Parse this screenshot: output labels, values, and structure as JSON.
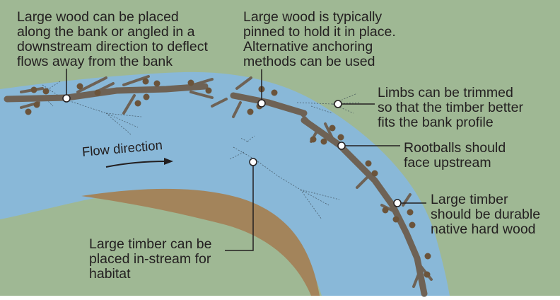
{
  "diagram": {
    "title": "Large wood bank stabilization",
    "colors": {
      "land": "#9fb894",
      "water": "#89b8d8",
      "point_bar": "#a3845b",
      "wood": "#6e6255",
      "rootball": "#6b543b",
      "text": "#231f20",
      "leader": "#231f20",
      "marker_fill": "#ffffff"
    },
    "flow_label": "Flow direction",
    "callouts": [
      {
        "id": "bank",
        "text": "Large wood can be placed\nalong the bank or angled in a\ndownstream direction to deflect\nflows away from the bank"
      },
      {
        "id": "pin",
        "text": "Large wood is typically\npinned to hold it in place.\nAlternative anchoring\nmethods can be used"
      },
      {
        "id": "limbs",
        "text": "Limbs can be trimmed\nso that the timber better\nfits the bank profile"
      },
      {
        "id": "root",
        "text": "Rootballs should\nface upstream"
      },
      {
        "id": "durable",
        "text": "Large timber\nshould be durable\nnative hard wood"
      },
      {
        "id": "instream",
        "text": "Large timber can be\nplaced in-stream for\nhabitat"
      }
    ]
  }
}
